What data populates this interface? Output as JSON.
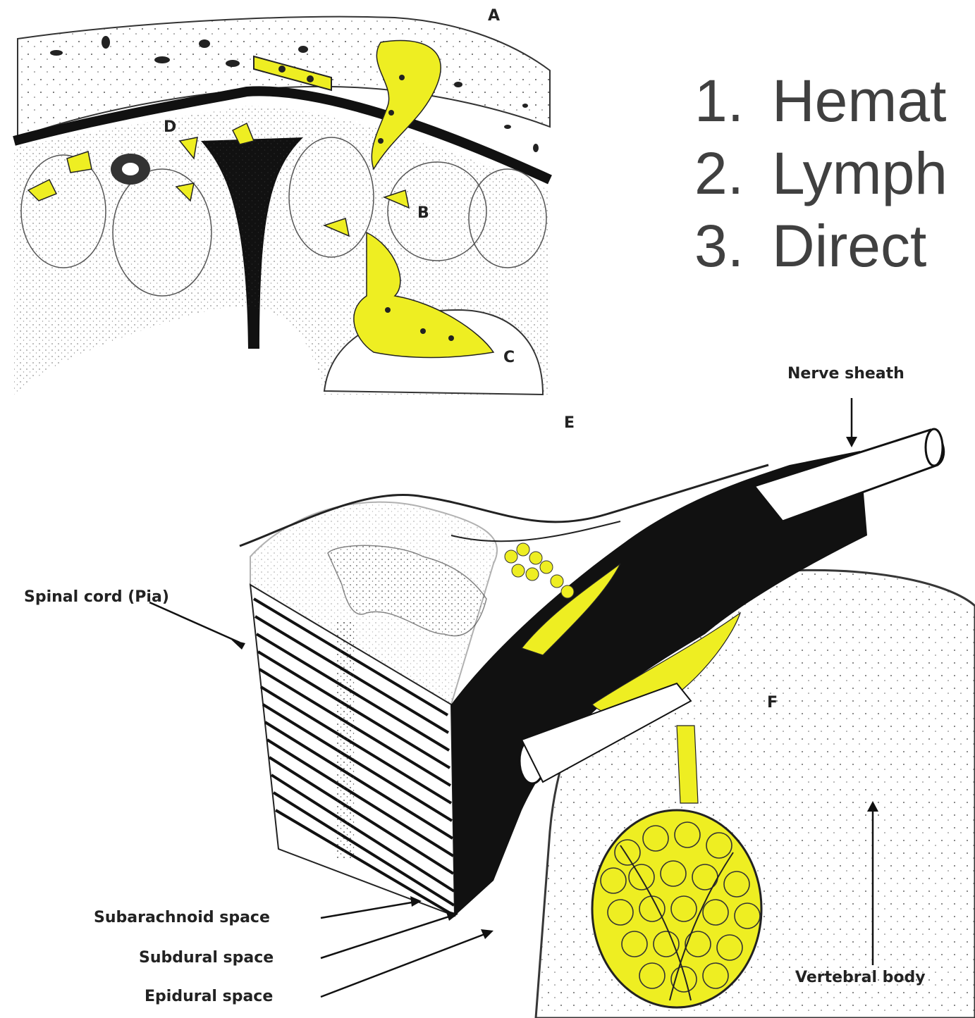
{
  "slide": {
    "list_items": [
      {
        "number": "1.",
        "text": "Hemat"
      },
      {
        "number": "2.",
        "text": "Lymph"
      },
      {
        "number": "3.",
        "text": "Direct"
      }
    ]
  },
  "figure_top": {
    "letters": [
      "A",
      "B",
      "C",
      "D"
    ]
  },
  "figure_bottom": {
    "letters": [
      "E",
      "F"
    ],
    "labels": {
      "nerve_sheath": "Nerve sheath",
      "spinal_cord": "Spinal cord (Pia)",
      "subarachnoid": "Subarachnoid space",
      "subdural": "Subdural space",
      "epidural": "Epidural space",
      "vertebral_body": "Vertebral body"
    }
  },
  "colors": {
    "highlight": "#eeee22",
    "ink": "#111111",
    "text": "#404040"
  }
}
